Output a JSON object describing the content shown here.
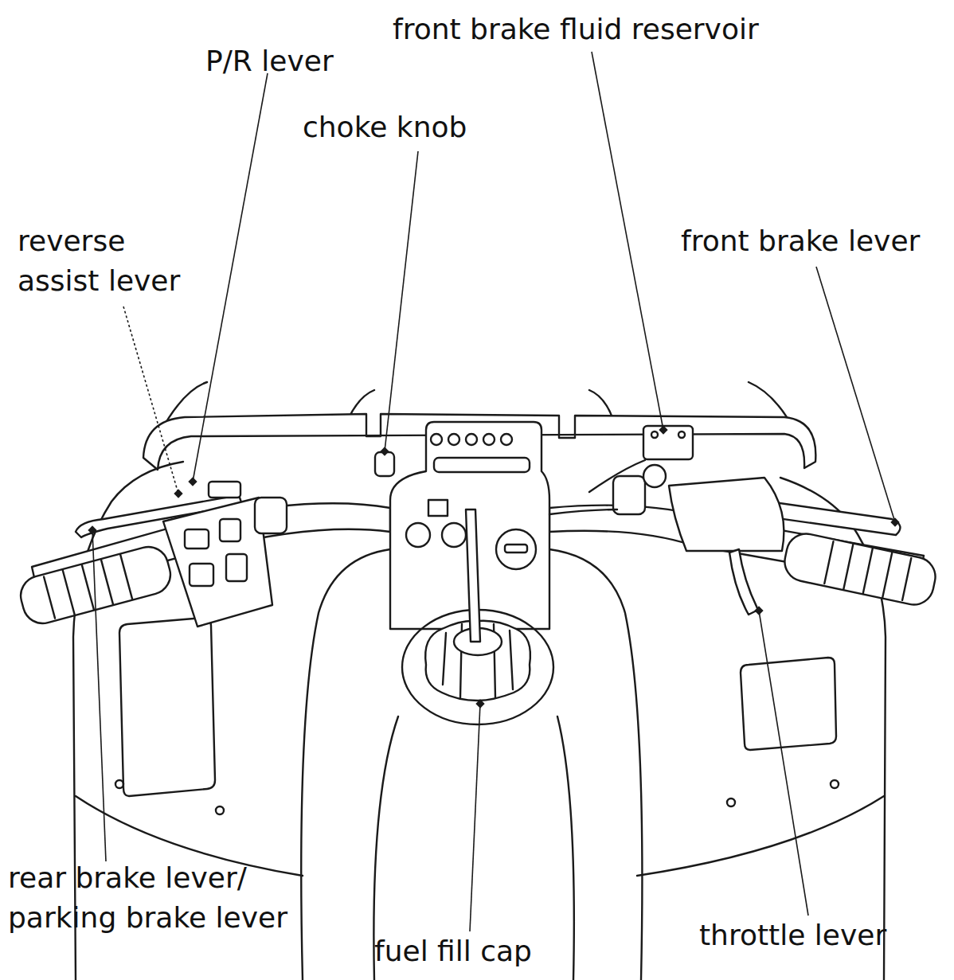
{
  "diagram": {
    "labels": [
      "front brake fluid reservoir",
      "P/R lever",
      "choke knob",
      "reverse assist lever",
      "front brake lever",
      "rear brake lever/ parking brake lever",
      "fuel fill cap",
      "throttle lever"
    ]
  }
}
